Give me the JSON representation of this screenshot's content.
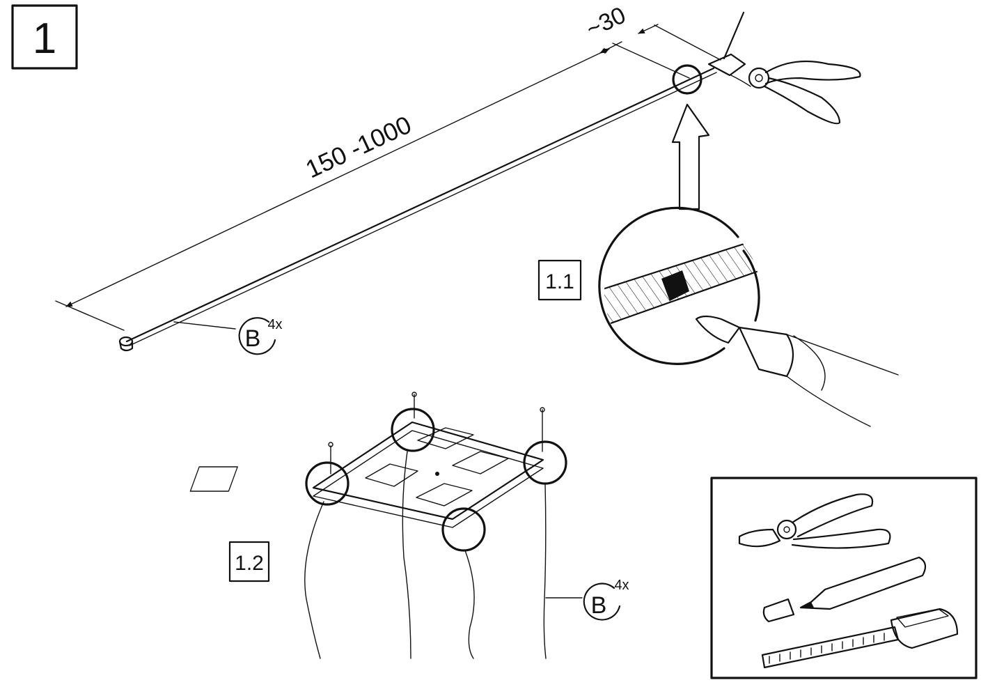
{
  "step": {
    "number": "1"
  },
  "dimensions": {
    "length": "150 -1000",
    "offset": "~30"
  },
  "details": {
    "detail_1_1": "1.1",
    "detail_1_2": "1.2"
  },
  "part_callouts": [
    {
      "letter": "B",
      "quantity": "4x"
    },
    {
      "letter": "B",
      "quantity": "4x"
    }
  ],
  "tools_box": {
    "tools": [
      "pliers-icon",
      "marker-pen-icon",
      "tape-measure-icon"
    ]
  },
  "colors": {
    "ink": "#111111",
    "paper": "#ffffff"
  }
}
